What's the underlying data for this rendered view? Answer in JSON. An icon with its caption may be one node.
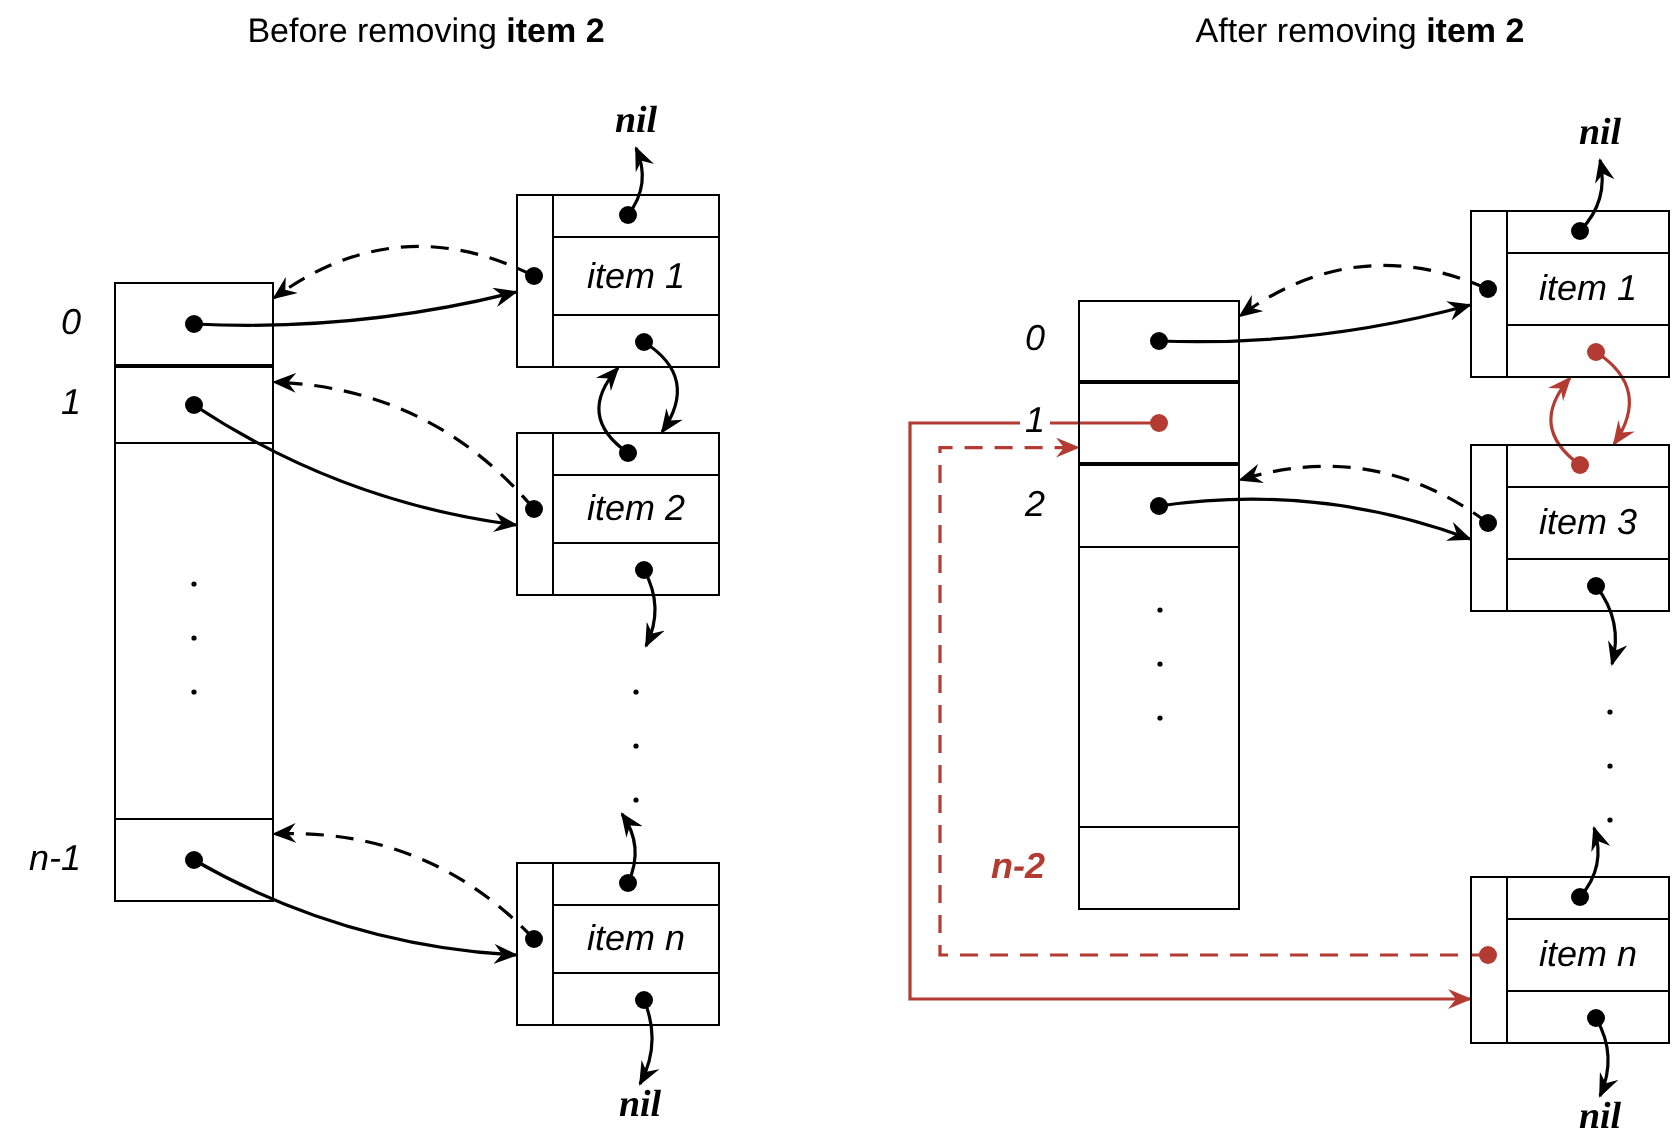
{
  "diagram": {
    "nodes": [
      {
        "text": [],
        "shape": "box"
      },
      {
        "text": [],
        "shape": "box",
        "in": 0,
        "beside": [
          "0"
        ]
      },
      {
        "text": [],
        "shape": "box",
        "in": 0,
        "beside": [
          "1"
        ]
      },
      {
        "text": [],
        "shape": "box",
        "in": 0,
        "beside": [
          "n-1"
        ]
      },
      {
        "text": [
          "nil"
        ]
      },
      {
        "text": [
          "item 1"
        ]
      },
      {
        "text": [
          "item 2"
        ]
      },
      {
        "text": [
          "item n"
        ]
      },
      {
        "text": [
          "nil"
        ]
      },
      {
        "text": [],
        "shape": "box"
      },
      {
        "text": [],
        "shape": "box",
        "in": 9,
        "beside": [
          "0"
        ]
      },
      {
        "text": [],
        "shape": "box",
        "in": 9,
        "beside": [
          "1"
        ]
      },
      {
        "text": [],
        "shape": "box",
        "in": 9,
        "beside": [
          "2"
        ]
      },
      {
        "text": [],
        "shape": "box",
        "in": 9,
        "beside": [
          "n-2"
        ]
      },
      {
        "text": [
          "nil"
        ]
      },
      {
        "text": [
          "item 1"
        ]
      },
      {
        "text": [
          "item 3"
        ]
      },
      {
        "text": [
          "item n"
        ]
      },
      {
        "text": [
          "nil"
        ]
      }
    ],
    "edges": [
      {
        "from": 1,
        "to": 5,
        "arrow": "to"
      },
      {
        "from": 5,
        "to": 1,
        "arrow": "to",
        "style": "dashed"
      },
      {
        "from": 2,
        "to": 6,
        "arrow": "to"
      },
      {
        "from": 6,
        "to": 2,
        "arrow": "to",
        "style": "dashed"
      },
      {
        "from": 3,
        "to": 7,
        "arrow": "to"
      },
      {
        "from": 7,
        "to": 3,
        "arrow": "to",
        "style": "dashed"
      },
      {
        "from": 5,
        "to": 4,
        "arrow": "to"
      },
      {
        "from": 5,
        "to": 6,
        "arrow": "to"
      },
      {
        "from": 6,
        "to": 5,
        "arrow": "to"
      },
      {
        "from": 6,
        "to": null,
        "arrow": "to"
      },
      {
        "from": 7,
        "to": null,
        "arrow": "to"
      },
      {
        "from": 7,
        "to": 8,
        "arrow": "to"
      },
      {
        "from": 10,
        "to": 15,
        "arrow": "to"
      },
      {
        "from": 15,
        "to": 10,
        "arrow": "to",
        "style": "dashed"
      },
      {
        "from": 11,
        "to": 17,
        "arrow": "to",
        "color": "#b33b32"
      },
      {
        "from": 17,
        "to": 11,
        "arrow": "to",
        "style": "dashed",
        "color": "#b33b32"
      },
      {
        "from": 12,
        "to": 16,
        "arrow": "to"
      },
      {
        "from": 16,
        "to": 12,
        "arrow": "to",
        "style": "dashed"
      },
      {
        "from": 15,
        "to": 14,
        "arrow": "to"
      },
      {
        "from": 15,
        "to": 16,
        "arrow": "to",
        "color": "#b33b32"
      },
      {
        "from": 16,
        "to": 15,
        "arrow": "to",
        "color": "#b33b32"
      },
      {
        "from": 16,
        "to": null,
        "arrow": "to"
      },
      {
        "from": 17,
        "to": null,
        "arrow": "to"
      },
      {
        "from": 17,
        "to": 18,
        "arrow": "to"
      }
    ],
    "labels": [
      "Before removing **item 2**",
      "After removing **item 2**"
    ]
  }
}
